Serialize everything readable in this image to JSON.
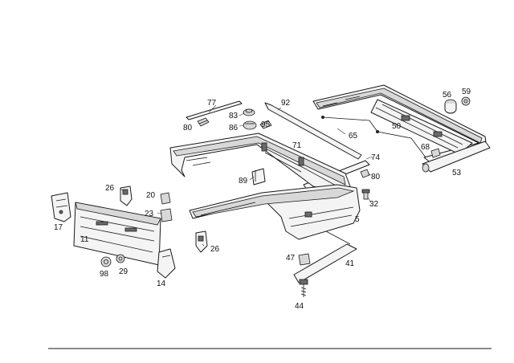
{
  "callouts": {
    "c77": "77",
    "c80a": "80",
    "c83": "83",
    "c86": "86",
    "c95": "95",
    "c92": "92",
    "c71": "71",
    "c74": "74",
    "c80b": "80",
    "c89": "89",
    "c56": "56",
    "c59": "59",
    "c50": "50",
    "c65": "65",
    "c68": "68",
    "c53": "53",
    "c26a": "26",
    "c20": "20",
    "c23": "23",
    "c17": "17",
    "c11": "11",
    "c98": "98",
    "c29": "29",
    "c14": "14",
    "c26b": "26",
    "c32": "32",
    "c5": "5",
    "c47": "47",
    "c41": "41",
    "c44": "44"
  }
}
